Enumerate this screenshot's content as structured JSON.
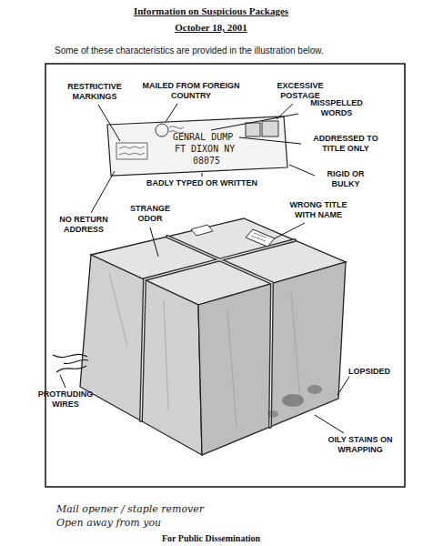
{
  "diagram": {
    "title": "Information on Suspicious Packages",
    "labels": [
      "October 18, 2001",
      "Some of these characteristics are provided in the illustration below.",
      "RESTRICTIVE MARKINGS",
      "MAILED FROM FOREIGN COUNTRY",
      "EXCESSIVE POSTAGE",
      "MISSPELLED WORDS",
      "ADDRESSED TO TITLE ONLY",
      "RIGID OR BULKY",
      "BADLY TYPED OR WRITTEN",
      "NO RETURN ADDRESS",
      "STRANGE ODOR",
      "WRONG TITLE WITH NAME",
      "PROTRUDING WIRES",
      "LOPSIDED",
      "OILY STAINS ON WRAPPING",
      "GENRAL DUMP",
      "FT DIXON NY",
      "08075",
      "Mail opener / staple remover",
      "Open away from you",
      "For Public Dissemination"
    ]
  }
}
